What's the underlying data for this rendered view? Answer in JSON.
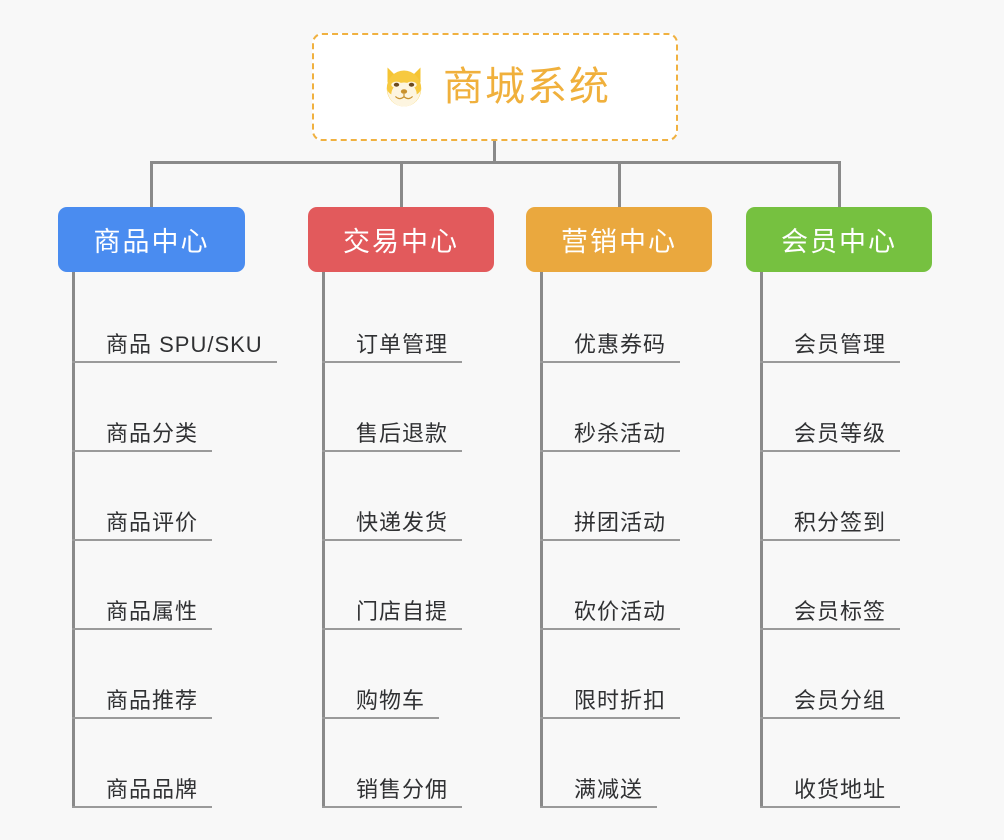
{
  "diagram": {
    "type": "mindmap",
    "background_color": "#f8f8f8",
    "root": {
      "title": "商城系统",
      "icon": "shiba-dog-emoji",
      "text_color": "#f0b03c",
      "border_color": "#f0b140",
      "background_color": "#ffffff"
    },
    "connector_color": "#8a8a8a",
    "branches": [
      {
        "label": "商品中心",
        "color": "#4a8cf0",
        "items": [
          "商品 SPU/SKU",
          "商品分类",
          "商品评价",
          "商品属性",
          "商品推荐",
          "商品品牌"
        ]
      },
      {
        "label": "交易中心",
        "color": "#e25a5c",
        "items": [
          "订单管理",
          "售后退款",
          "快递发货",
          "门店自提",
          "购物车",
          "销售分佣"
        ]
      },
      {
        "label": "营销中心",
        "color": "#eaa83e",
        "items": [
          "优惠券码",
          "秒杀活动",
          "拼团活动",
          "砍价活动",
          "限时折扣",
          "满减送"
        ]
      },
      {
        "label": "会员中心",
        "color": "#76c140",
        "items": [
          "会员管理",
          "会员等级",
          "积分签到",
          "会员标签",
          "会员分组",
          "收货地址"
        ]
      }
    ]
  }
}
